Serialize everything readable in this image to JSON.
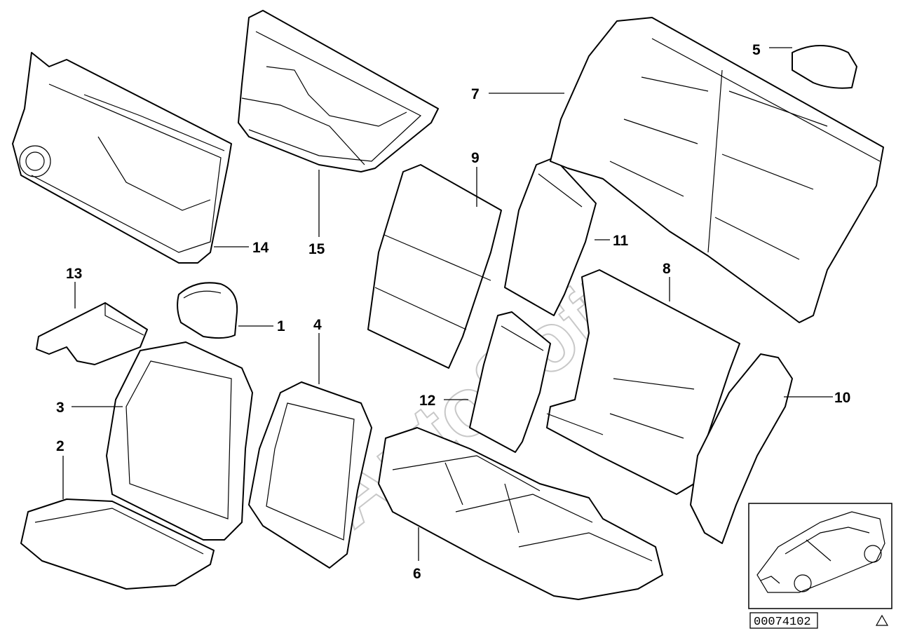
{
  "watermark": "AutoSoft",
  "diagram_code": "00074102",
  "parts": [
    {
      "id": "1",
      "label": "1"
    },
    {
      "id": "2",
      "label": "2"
    },
    {
      "id": "3",
      "label": "3"
    },
    {
      "id": "4",
      "label": "4"
    },
    {
      "id": "5",
      "label": "5"
    },
    {
      "id": "6",
      "label": "6"
    },
    {
      "id": "7",
      "label": "7"
    },
    {
      "id": "8",
      "label": "8"
    },
    {
      "id": "9",
      "label": "9"
    },
    {
      "id": "10",
      "label": "10"
    },
    {
      "id": "11",
      "label": "11"
    },
    {
      "id": "12",
      "label": "12"
    },
    {
      "id": "13",
      "label": "13"
    },
    {
      "id": "14",
      "label": "14"
    },
    {
      "id": "15",
      "label": "15"
    }
  ]
}
